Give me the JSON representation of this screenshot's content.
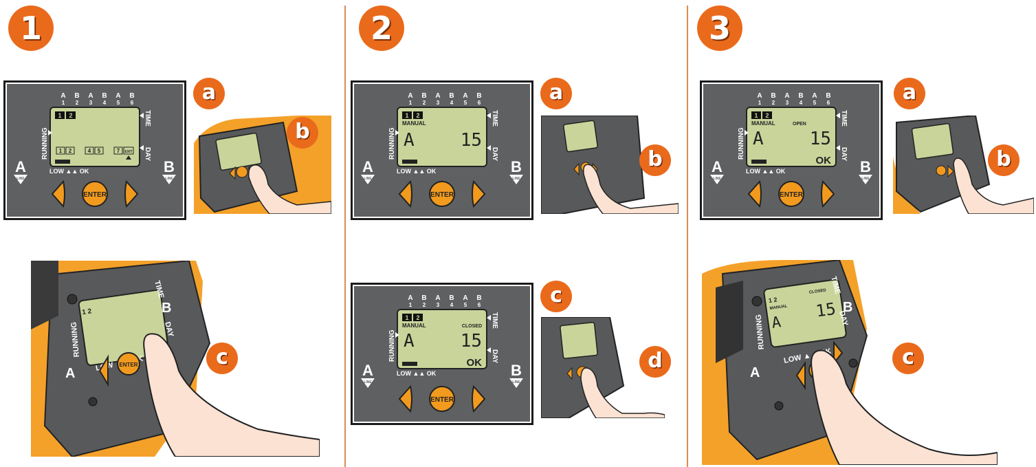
{
  "steps": [
    {
      "number": "1",
      "badges": [
        "a",
        "b",
        "c"
      ]
    },
    {
      "number": "2",
      "badges": [
        "a",
        "b",
        "c",
        "d"
      ]
    },
    {
      "number": "3",
      "badges": [
        "a",
        "b",
        "c"
      ]
    }
  ],
  "controller": {
    "zone_top": [
      "A",
      "B",
      "A",
      "B",
      "A",
      "B"
    ],
    "zone_bottom": [
      "1",
      "2",
      "3",
      "4",
      "5",
      "6"
    ],
    "running": "RUNNING",
    "time": "TIME",
    "day": "DAY",
    "low_ok": "LOW ▲▲ OK",
    "line_a": "A",
    "line_b": "B",
    "line_word": "LINE",
    "enter": "ENTER",
    "prog1": "1",
    "prog2": "2"
  },
  "screens": {
    "s1": {
      "cells": [
        "1",
        "2",
        "4",
        "5",
        "7",
        "EXIT"
      ]
    },
    "s2a": {
      "mode": "MANUAL",
      "line": "A",
      "value": "15"
    },
    "s2c": {
      "mode": "MANUAL",
      "status": "CLOSED",
      "line": "A",
      "value": "15",
      "ok": "OK"
    },
    "s3a": {
      "mode": "MANUAL",
      "status": "OPEN",
      "line": "A",
      "value": "15",
      "ok": "OK"
    }
  },
  "photos": {
    "p1c": {
      "prog": "1 2",
      "line_a": "A",
      "line_b": "B",
      "enter": "ENTER",
      "time": "TIME",
      "day": "DAY",
      "running": "RUNNING",
      "low_ok": "LOW ▲▲ OK"
    },
    "p3c": {
      "prog": "1 2",
      "mode": "MANUAL",
      "status": "CLOSED",
      "line": "A",
      "value": "15",
      "line_a": "A",
      "line_b": "B",
      "time": "TIME",
      "day": "DAY",
      "running": "RUNNING",
      "low_ok": "LOW ▲▲ OK"
    }
  },
  "colors": {
    "orange": "#ea6a1c",
    "panel_grey": "#5f6062",
    "lcd_green": "#c8d49a",
    "button_orange": "#f29a1e"
  }
}
